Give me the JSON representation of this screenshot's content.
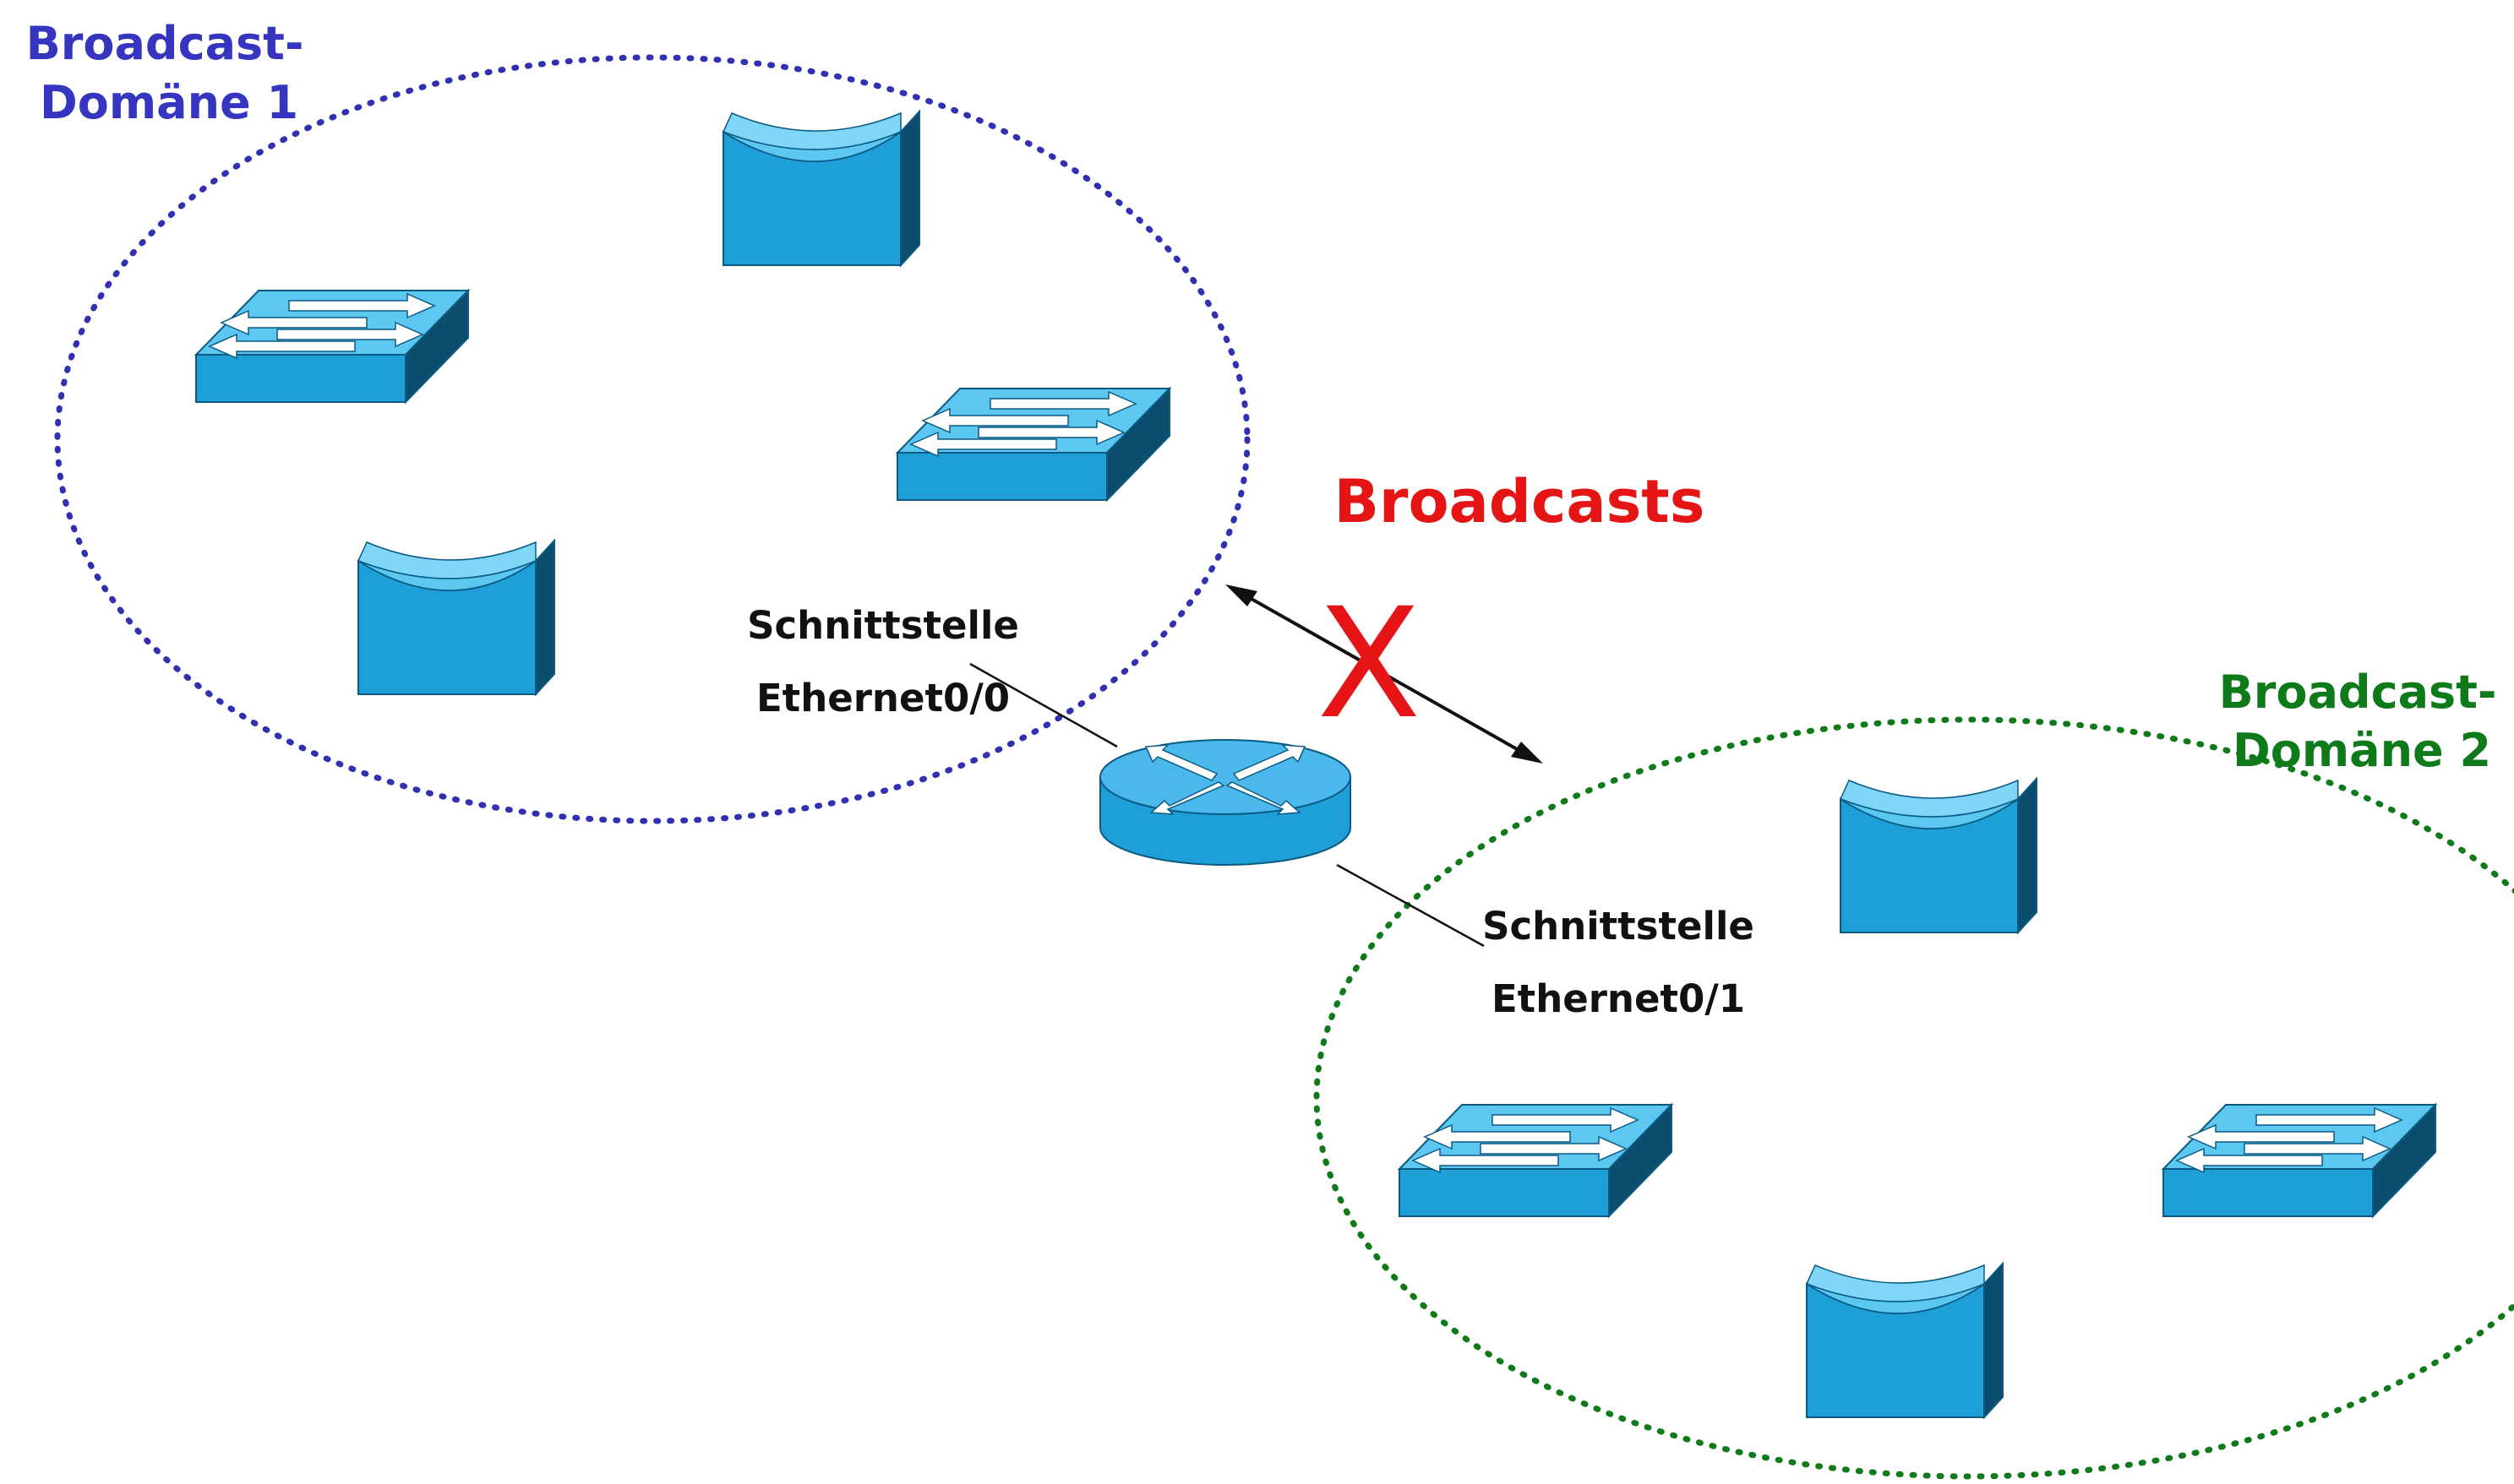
{
  "domains": [
    {
      "title_line1": "Broadcast-",
      "title_line2": "Domäne 1",
      "color": "#3535c0"
    },
    {
      "title_line1": "Broadcast-",
      "title_line2": "Domäne 2",
      "color": "#0f7a1a"
    }
  ],
  "interfaces": [
    {
      "line1": "Schnittstelle",
      "line2": "Ethernet0/0"
    },
    {
      "line1": "Schnittstelle",
      "line2": "Ethernet0/1"
    }
  ],
  "broadcast": {
    "label": "Broadcasts",
    "blocked_mark": "X",
    "color": "#e61515"
  },
  "devices": {
    "domain1": [
      "switch",
      "hub",
      "switch",
      "hub"
    ],
    "domain2": [
      "hub",
      "switch",
      "switch",
      "hub"
    ],
    "center": "router"
  },
  "colors": {
    "device_face": "#1e9fd8",
    "device_top": "#5cc8f2",
    "device_side": "#0c4d6e"
  }
}
